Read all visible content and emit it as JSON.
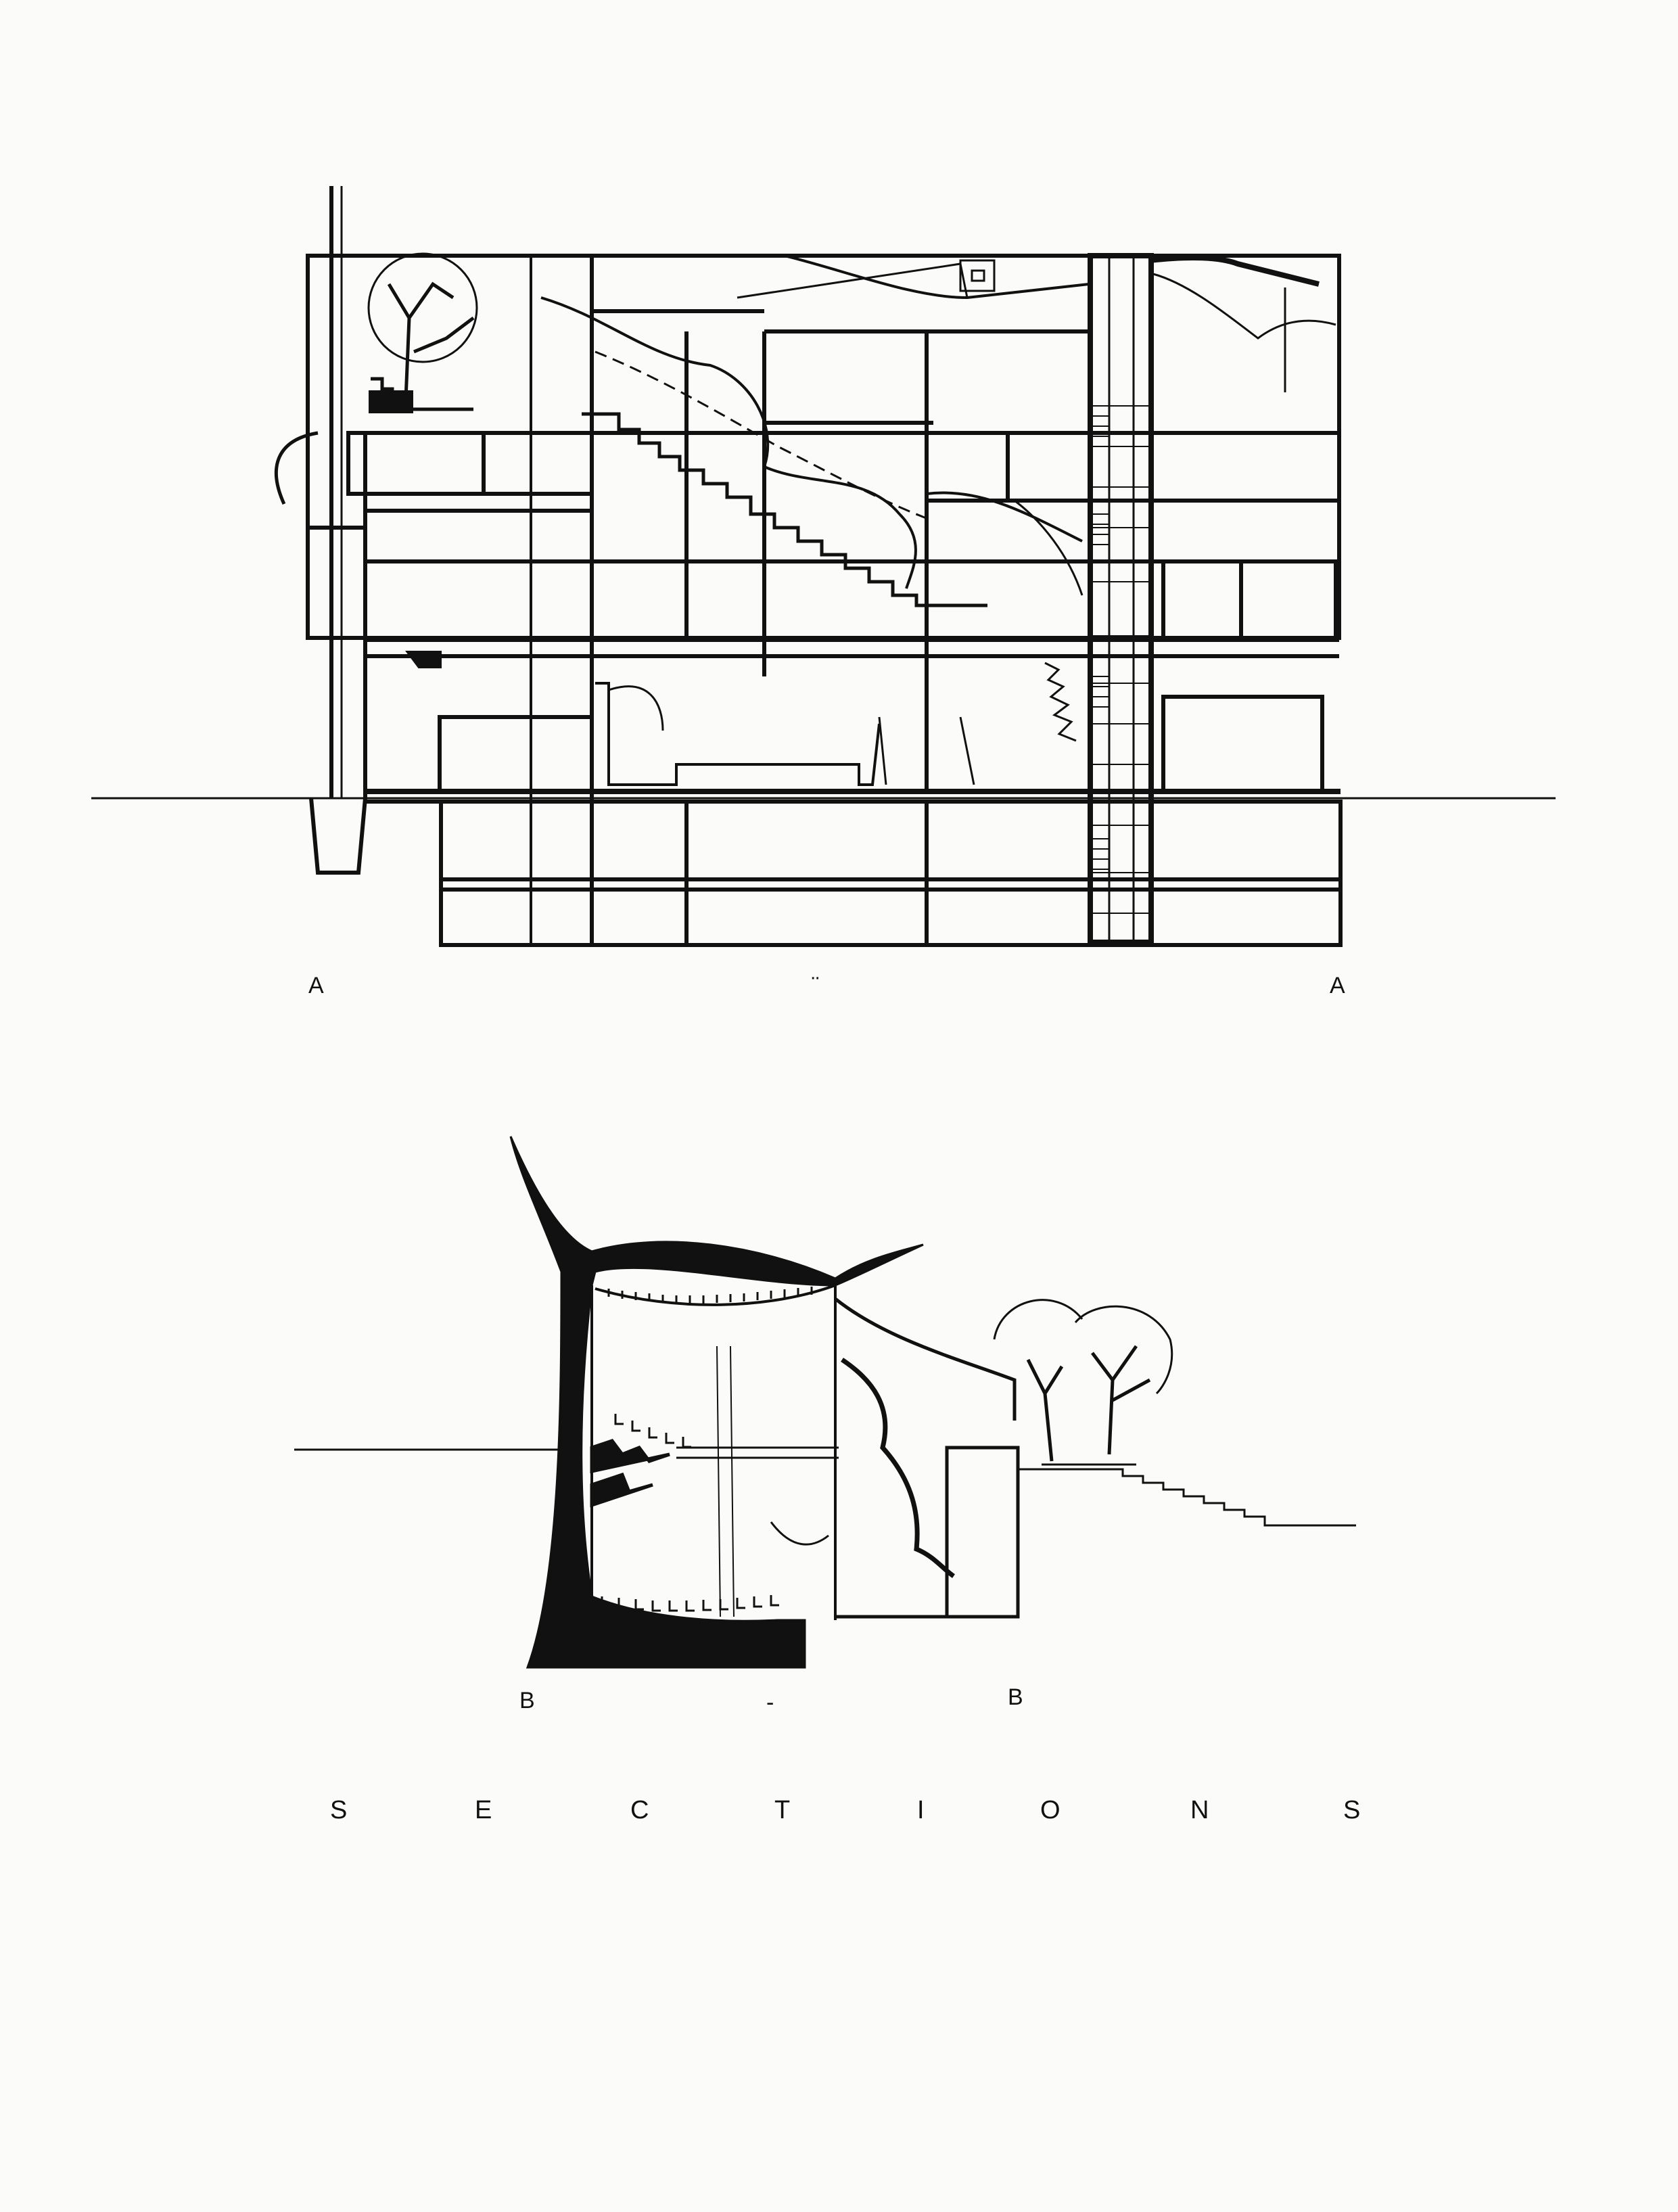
{
  "section_a": {
    "left_marker": "A",
    "right_marker": "A",
    "cut_symbol": "¨"
  },
  "section_b": {
    "left_marker": "B",
    "right_marker": "B",
    "cut_symbol": "-"
  },
  "title_letters": [
    "S",
    "E",
    "C",
    "T",
    "I",
    "O",
    "N",
    "S"
  ],
  "colors": {
    "ink": "#111111",
    "paper": "#fbfbf9"
  }
}
